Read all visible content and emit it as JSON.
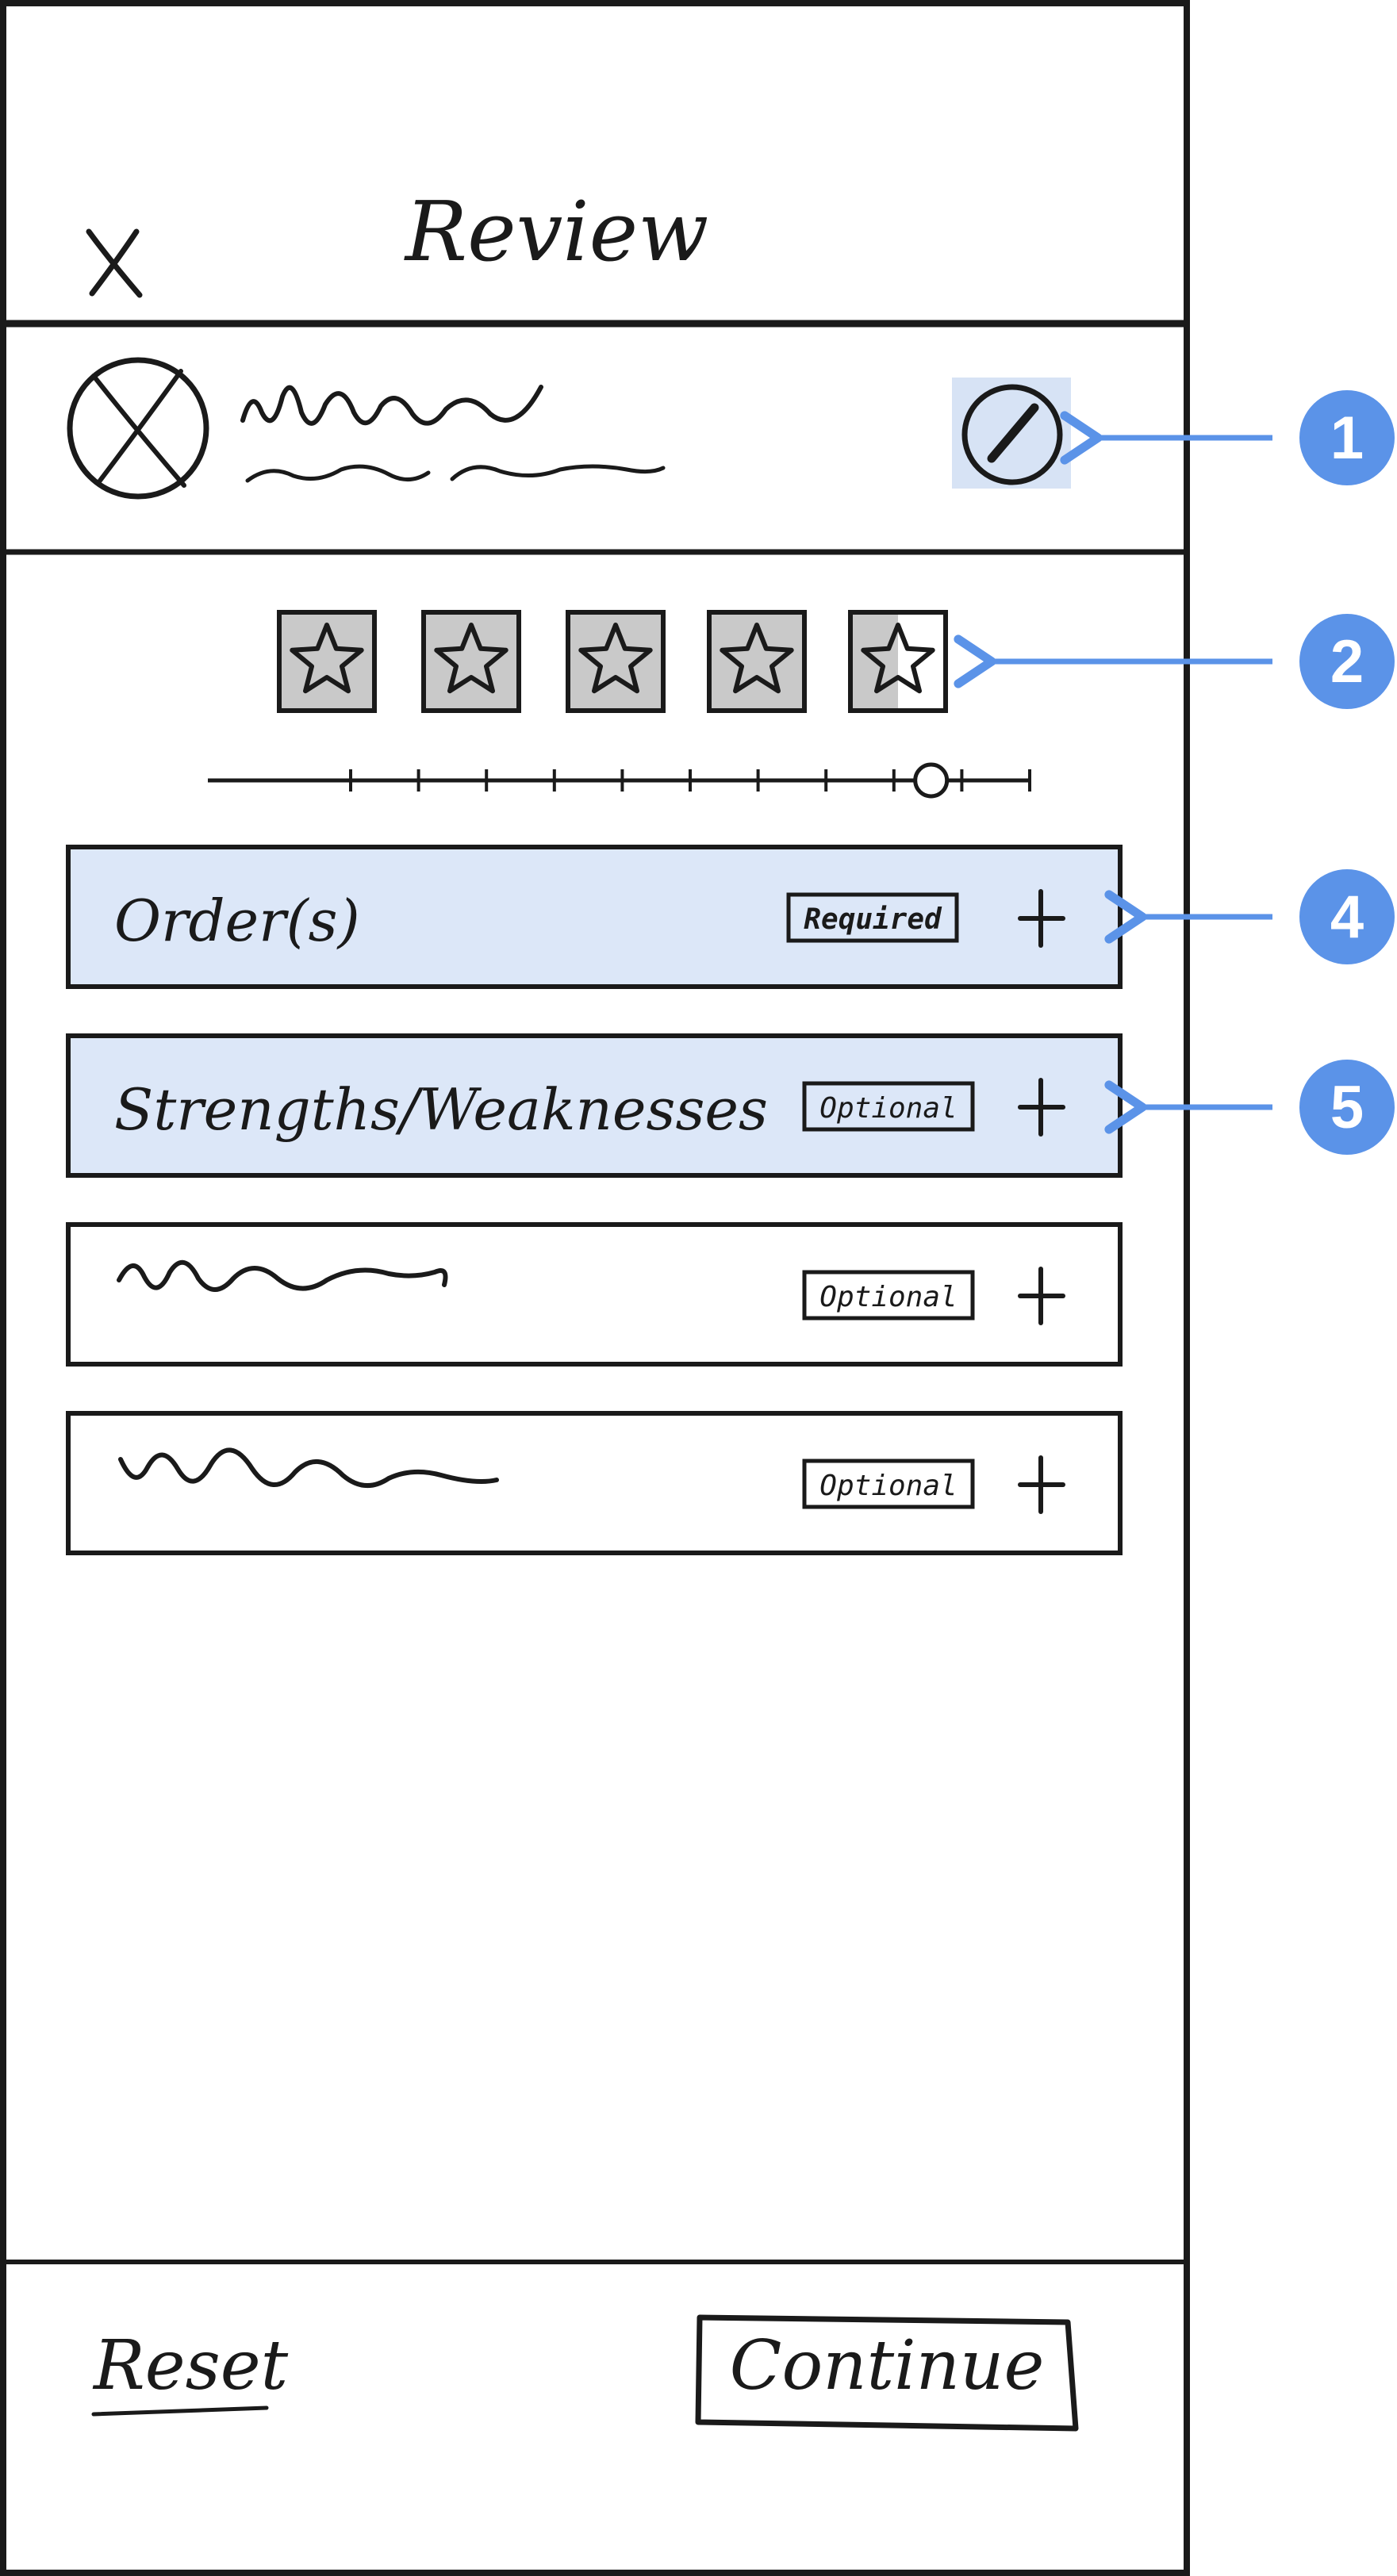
{
  "header": {
    "close_icon": "close-icon",
    "title": "Review"
  },
  "product": {
    "avatar_icon": "avatar-placeholder-icon",
    "edit_icon": "pencil-edit-icon",
    "highlight_color": "#d7e3f5"
  },
  "rating": {
    "star_count": 5,
    "stars_filled": 4.5,
    "slider_value": 0.88,
    "slider_tick_count": 11
  },
  "sections": [
    {
      "label": "Order(s)",
      "badge": "Required",
      "highlighted": true,
      "scribble": false
    },
    {
      "label": "Strengths/Weaknesses",
      "badge": "Optional",
      "highlighted": true,
      "scribble": false
    },
    {
      "label": "",
      "badge": "Optional",
      "highlighted": false,
      "scribble": true
    },
    {
      "label": "",
      "badge": "Optional",
      "highlighted": false,
      "scribble": true
    }
  ],
  "add_icon": "plus-icon",
  "footer": {
    "reset_label": "Reset",
    "continue_label": "Continue"
  },
  "callouts": [
    {
      "number": "1",
      "target": "edit-button"
    },
    {
      "number": "2",
      "target": "star-rating"
    },
    {
      "number": "4",
      "target": "section-orders"
    },
    {
      "number": "5",
      "target": "section-strengths-weaknesses"
    }
  ],
  "colors": {
    "ink": "#1a1a1a",
    "callout_blue": "#5b93e8",
    "section_highlight": "#dce7f8",
    "star_box": "#c9c9c9"
  }
}
